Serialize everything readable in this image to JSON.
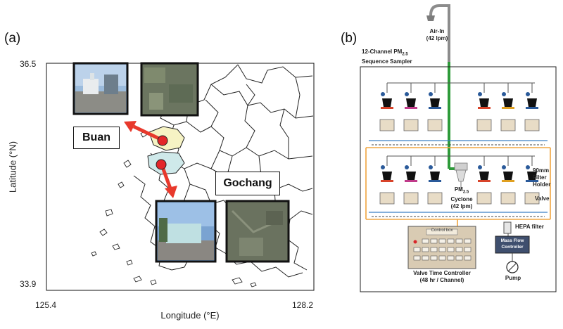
{
  "panel_a": {
    "label": "(a)",
    "lat_top": "36.5",
    "lat_bottom": "33.9",
    "lon_left": "125.4",
    "lon_right": "128.2",
    "xlabel": "Longitude (°E)",
    "ylabel": "Latitude (°N)",
    "site1": "Buan",
    "site2": "Gochang"
  },
  "panel_b": {
    "label": "(b)",
    "air_in": "Air-In",
    "air_in_flow": "(42 lpm)",
    "sampler_line1": "12-Channel PM",
    "sampler_sub": "2.5",
    "sampler_line2": "Sequence Sampler",
    "filter_line1": "90mm",
    "filter_line2": "Filter",
    "filter_line3": "Holder",
    "valve": "Valve",
    "cyclone_pm": "PM",
    "cyclone_sub": "2.5",
    "cyclone_line2": "Cyclone",
    "cyclone_flow": "(42 lpm)",
    "hepa": "HEPA filter",
    "control_box": "Control box",
    "mfc_line1": "Mass Flow",
    "mfc_line2": "Controller",
    "vtc_line1": "Valve Time Controller",
    "vtc_line2": "(48 hr / Channel)",
    "pump": "Pump"
  },
  "colors": {
    "arrow_red": "#e8392c",
    "site_dot": "#e3262a",
    "buan_fill": "#f6f3c4",
    "gochang_fill": "#cfe9ea",
    "green_line": "#2e9b3a",
    "orange_line": "#f0a540",
    "blue_line": "#3a7fc4",
    "filter_box": "#e8dcc6",
    "control_panel": "#d9cbb3"
  }
}
